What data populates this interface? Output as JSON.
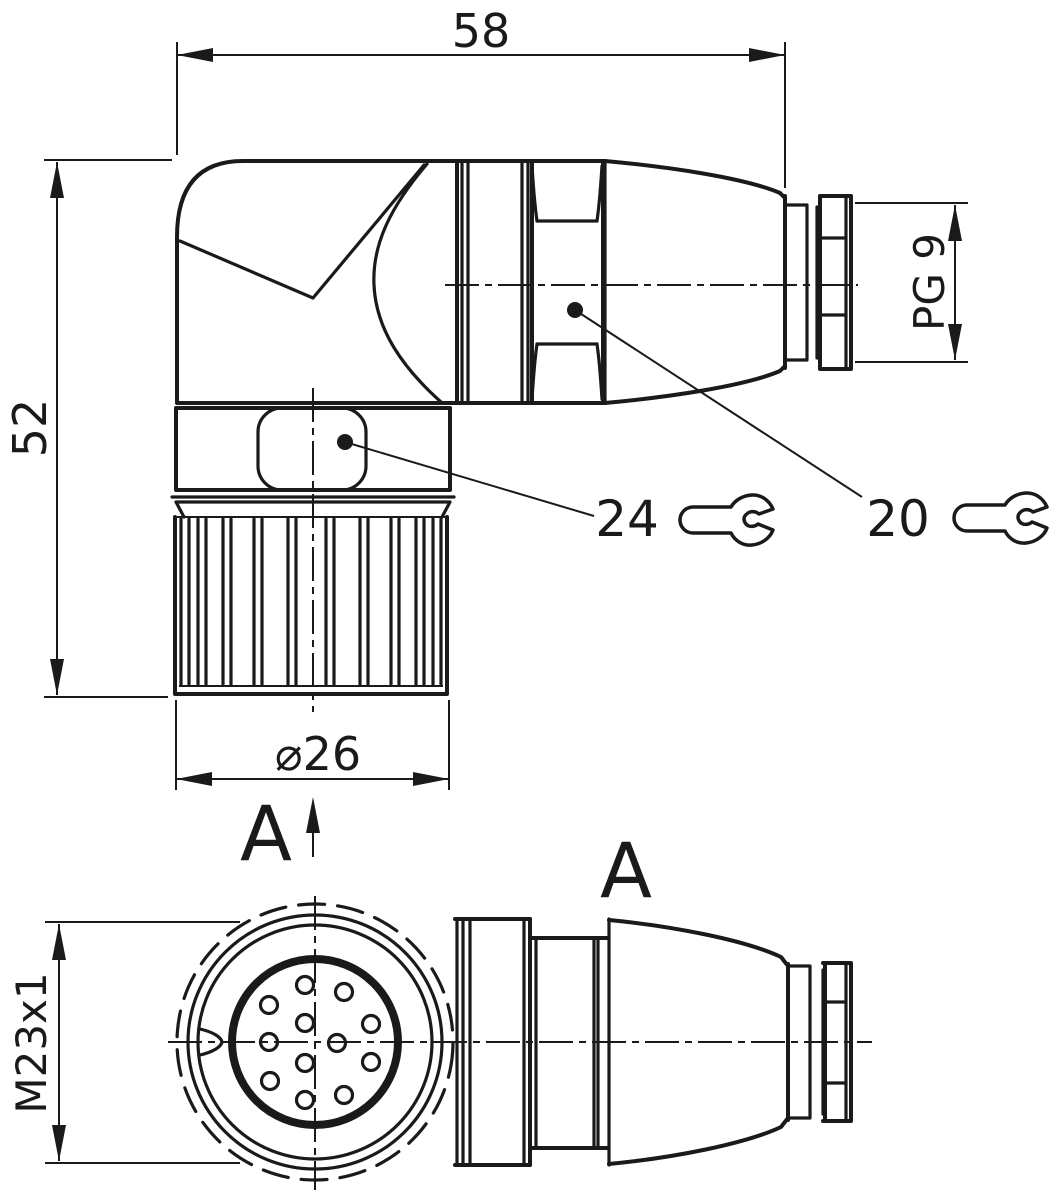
{
  "colors": {
    "line": "#1a1a1a",
    "background": "#ffffff"
  },
  "top_view": {
    "dim_length": "58",
    "dim_height": "52",
    "gland_thread": "PG 9",
    "coupling_nut_diameter": "⌀26",
    "hex_wrench": "24",
    "gland_wrench": "20",
    "view_arrow_label": "A"
  },
  "front_view": {
    "thread": "M23x1",
    "view_label": "A",
    "pin_count": 12
  }
}
